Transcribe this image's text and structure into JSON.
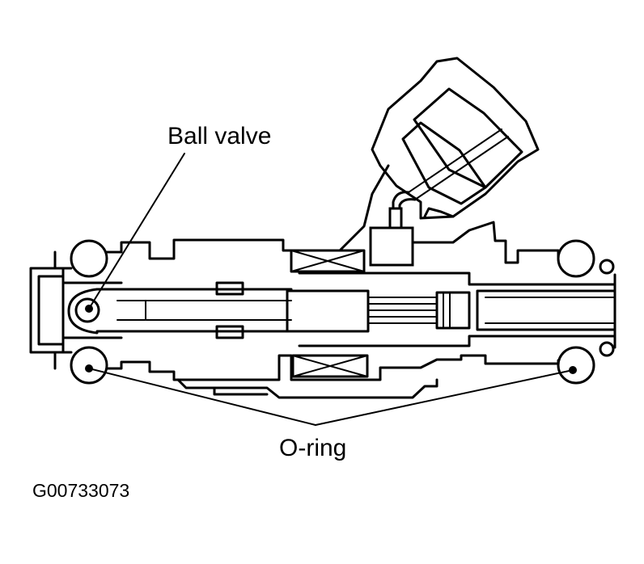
{
  "labels": {
    "ball_valve": "Ball valve",
    "o_ring": "O-ring",
    "figure_code": "G00733073"
  },
  "colors": {
    "line": "#000000",
    "background": "#ffffff"
  }
}
